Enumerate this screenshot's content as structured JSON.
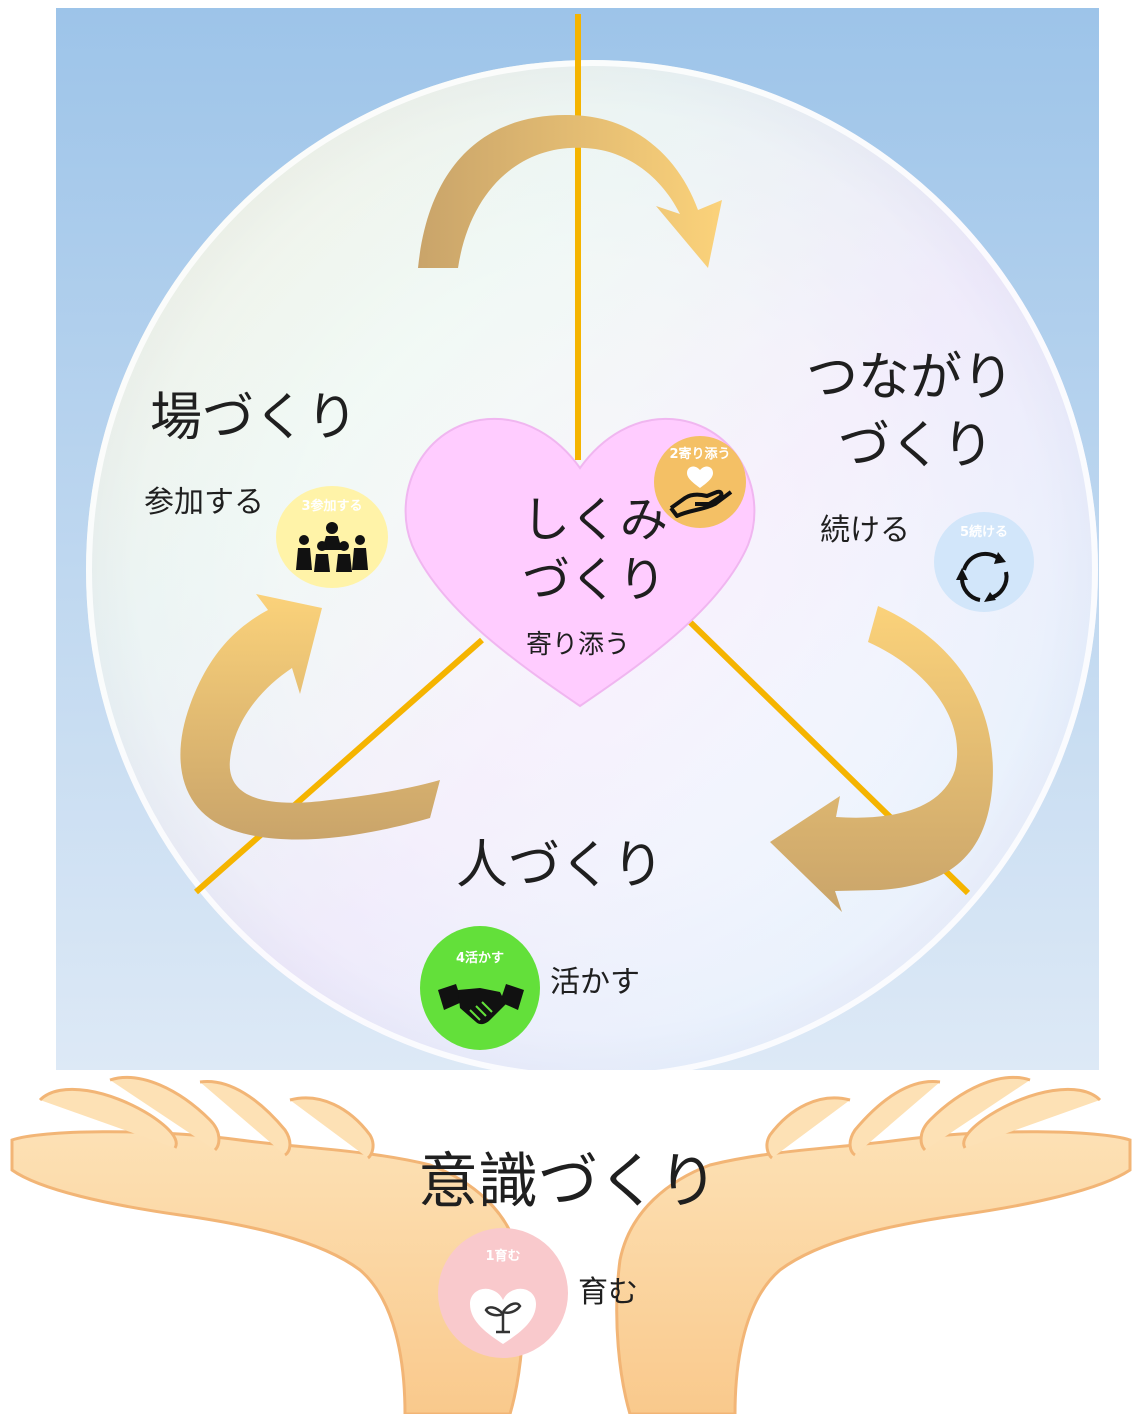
{
  "center": {
    "title_line1": "しくみ",
    "title_line2": "づくり",
    "subtitle": "寄り添う",
    "badge_label": "2寄り添う",
    "badge_icon": "hand-heart-icon",
    "badge_color": "#f4c065",
    "heart_color": "#ffccff"
  },
  "left": {
    "title": "場づくり",
    "subtitle": "参加する",
    "badge_label": "3参加する",
    "badge_icon": "people-group-icon",
    "badge_color": "#fff3a8"
  },
  "right": {
    "title_line1": "つながり",
    "title_line2": "づくり",
    "subtitle": "続ける",
    "badge_label": "5続ける",
    "badge_icon": "cycle-arrows-icon",
    "badge_color": "#d2e6fa"
  },
  "bottom": {
    "title": "人づくり",
    "subtitle": "活かす",
    "badge_label": "4活かす",
    "badge_icon": "handshake-icon",
    "badge_color": "#63e03a"
  },
  "base": {
    "title": "意識づくり",
    "subtitle": "育む",
    "badge_label": "1育む",
    "badge_icon": "sprout-heart-icon",
    "badge_color": "#f9c9cc"
  },
  "colors": {
    "sky_top": "#9dc4e9",
    "sky_bottom": "#dde9f6",
    "line": "#f5b400",
    "arrow_light": "#fbd27a",
    "arrow_dark": "#c9a46a",
    "hand": "#fdd7a4",
    "hand_outline": "#f2b576"
  }
}
